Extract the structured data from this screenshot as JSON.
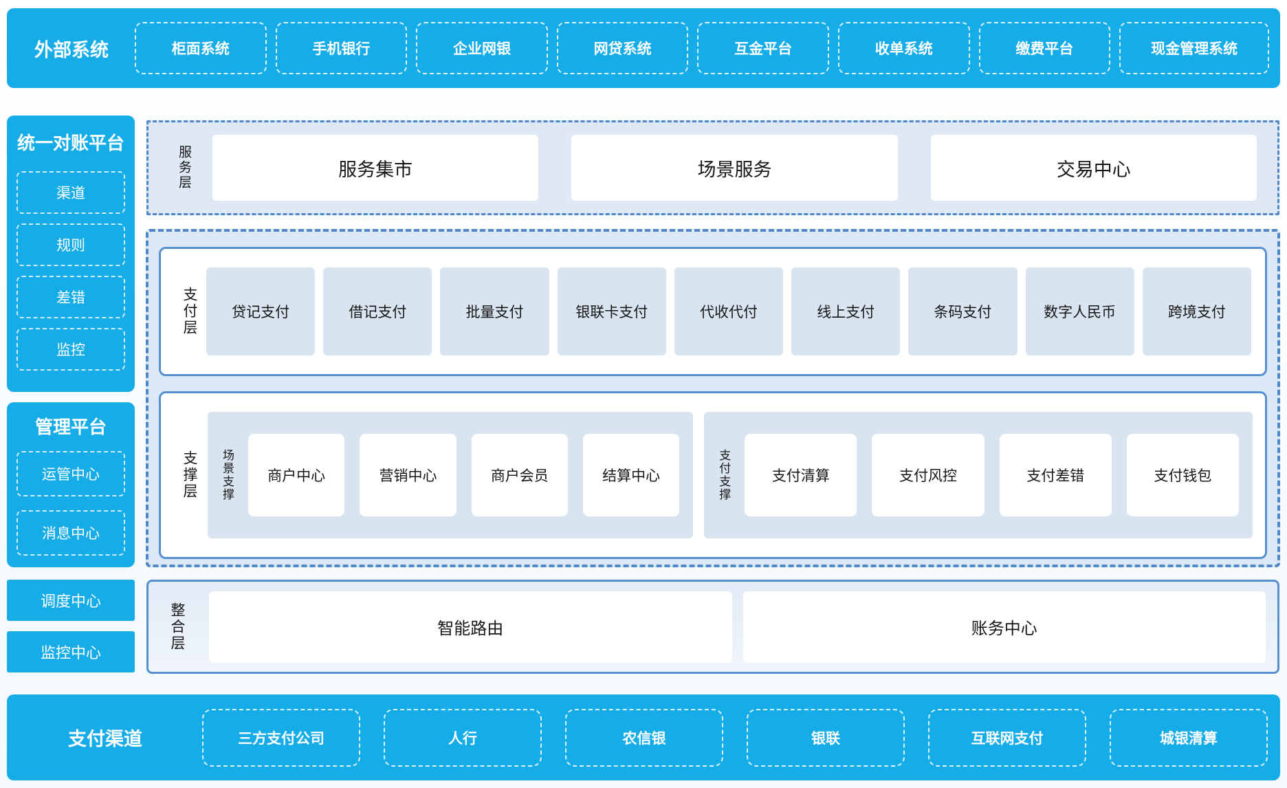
{
  "colors": {
    "cyan": "#16ace8",
    "dash_border_blue": "#4d87c8",
    "solid_border_blue": "#5590d0",
    "panel_light_blue": "#dce8f5",
    "node_light_blue": "#d9e4f1",
    "text_dark": "#161616",
    "text_white": "#ffffff"
  },
  "external_systems": {
    "title": "外部系统",
    "items": [
      "柜面系统",
      "手机银行",
      "企业网银",
      "网贷系统",
      "互金平台",
      "收单系统",
      "缴费平台",
      "现金管理系统"
    ]
  },
  "sidebar": {
    "reconciliation": {
      "title": "统一对账平台",
      "items": [
        "渠道",
        "规则",
        "差错",
        "监控"
      ]
    },
    "management": {
      "title": "管理平台",
      "items": [
        "运管中心",
        "消息中心"
      ]
    },
    "scheduling_center": "调度中心",
    "monitoring_center": "监控中心"
  },
  "service_layer": {
    "label": "服务层",
    "items": [
      "服务集市",
      "场景服务",
      "交易中心"
    ]
  },
  "payment_layer": {
    "label": "支付层",
    "items": [
      "贷记支付",
      "借记支付",
      "批量支付",
      "银联卡支付",
      "代收代付",
      "线上支付",
      "条码支付",
      "数字人民币",
      "跨境支付"
    ]
  },
  "support_layer": {
    "label": "支撑层",
    "groups": [
      {
        "label": "场景支撑",
        "items": [
          "商户中心",
          "营销中心",
          "商户会员",
          "结算中心"
        ]
      },
      {
        "label": "支付支撑",
        "items": [
          "支付清算",
          "支付风控",
          "支付差错",
          "支付钱包"
        ]
      }
    ]
  },
  "integration_layer": {
    "label": "整合层",
    "items": [
      "智能路由",
      "账务中心"
    ]
  },
  "payment_channels": {
    "title": "支付渠道",
    "items": [
      "三方支付公司",
      "人行",
      "农信银",
      "银联",
      "互联网支付",
      "城银清算"
    ]
  }
}
